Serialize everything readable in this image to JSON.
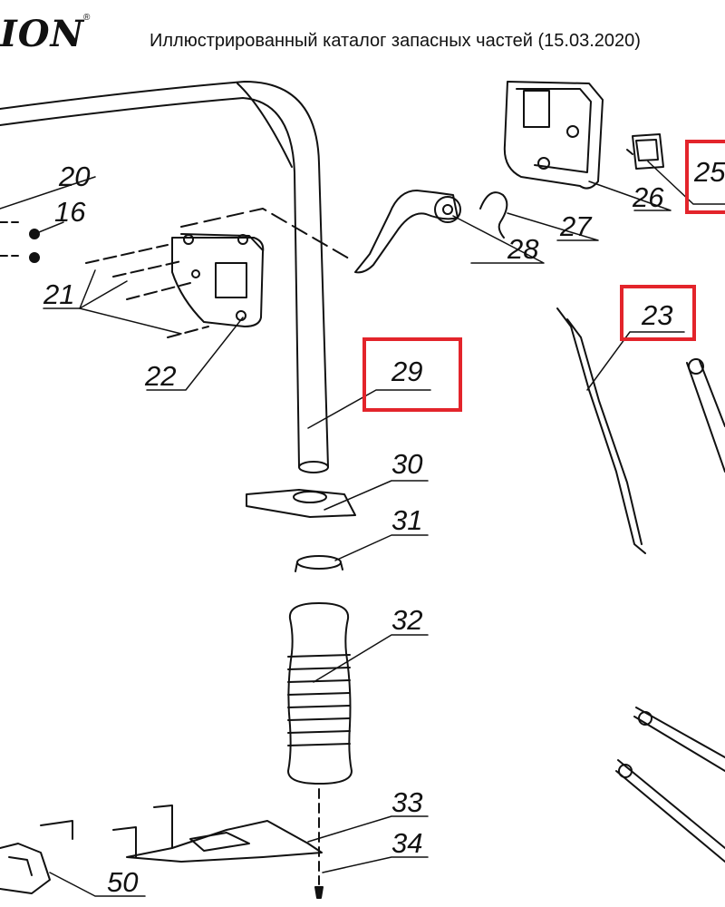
{
  "header": {
    "brand": "ION",
    "reg_mark": "®",
    "title": "Иллюстрированный каталог запасных частей (15.03.2020)"
  },
  "callouts": [
    "20",
    "16",
    "21",
    "22",
    "28",
    "27",
    "26",
    "25",
    "23",
    "29",
    "30",
    "31",
    "32",
    "33",
    "34",
    "50"
  ],
  "highlighted": [
    "29",
    "25",
    "23"
  ],
  "colors": {
    "line": "#111111",
    "highlight": "#e3242b",
    "background": "#ffffff"
  }
}
